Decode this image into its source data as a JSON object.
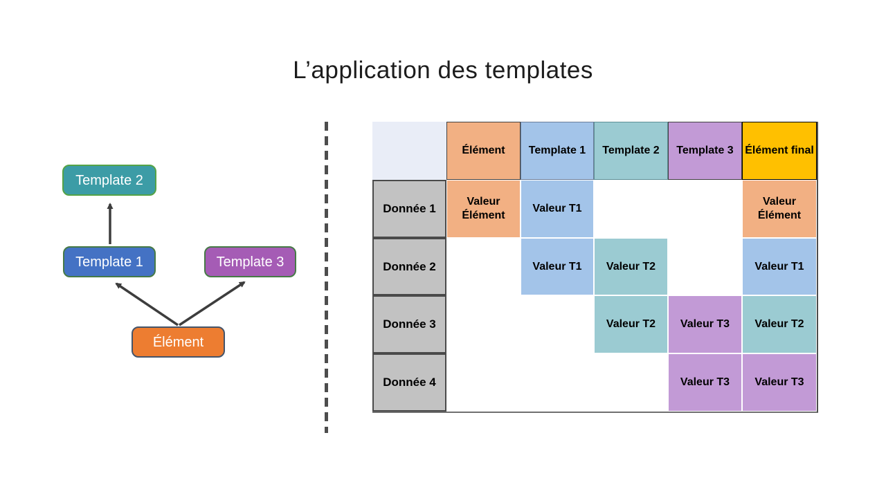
{
  "slide": {
    "title": "L’application des templates"
  },
  "diagram": {
    "nodes": [
      {
        "id": "template2",
        "label": "Template 2",
        "fill": "#3C9CA6",
        "border": "#55A346"
      },
      {
        "id": "template1",
        "label": "Template 1",
        "fill": "#4472C4",
        "border": "#467A46"
      },
      {
        "id": "template3",
        "label": "Template 3",
        "fill": "#A55CB5",
        "border": "#467A46"
      },
      {
        "id": "element",
        "label": "Élément",
        "fill": "#ED7D31",
        "border": "#44546A"
      }
    ],
    "arrows": [
      {
        "from": "template1",
        "to": "template2"
      },
      {
        "from": "element",
        "to": "template1"
      },
      {
        "from": "element",
        "to": "template3"
      }
    ]
  },
  "table": {
    "header": [
      "",
      "Élément",
      "Template 1",
      "Template 2",
      "Template 3",
      "Élément final"
    ],
    "rows": [
      {
        "label": "Donnée 1",
        "cells": [
          {
            "text": "Valeur Élément",
            "color": "orange"
          },
          {
            "text": "Valeur T1",
            "color": "blue"
          },
          null,
          null,
          {
            "text": "Valeur Élément",
            "color": "orange"
          }
        ]
      },
      {
        "label": "Donnée 2",
        "cells": [
          null,
          {
            "text": "Valeur T1",
            "color": "blue"
          },
          {
            "text": "Valeur T2",
            "color": "teal"
          },
          null,
          {
            "text": "Valeur T1",
            "color": "blue"
          }
        ]
      },
      {
        "label": "Donnée 3",
        "cells": [
          null,
          null,
          {
            "text": "Valeur T2",
            "color": "teal"
          },
          {
            "text": "Valeur T3",
            "color": "purple"
          },
          {
            "text": "Valeur T2",
            "color": "teal"
          }
        ]
      },
      {
        "label": "Donnée 4",
        "cells": [
          null,
          null,
          null,
          {
            "text": "Valeur T3",
            "color": "purple"
          },
          {
            "text": "Valeur T3",
            "color": "purple"
          }
        ]
      }
    ]
  },
  "colors": {
    "orange": "#ED7D31",
    "orange_light": "#F2B083",
    "blue": "#4472C4",
    "blue_light": "#A3C4E9",
    "teal": "#3C9CA6",
    "teal_light": "#9BCBD2",
    "purple": "#A55CB5",
    "purple_light": "#C29AD6",
    "gold": "#FFC000",
    "label_gray": "#C2C2C2",
    "corner_cell": "#E9EDF7",
    "arrow_gray": "#3D3D3D"
  }
}
